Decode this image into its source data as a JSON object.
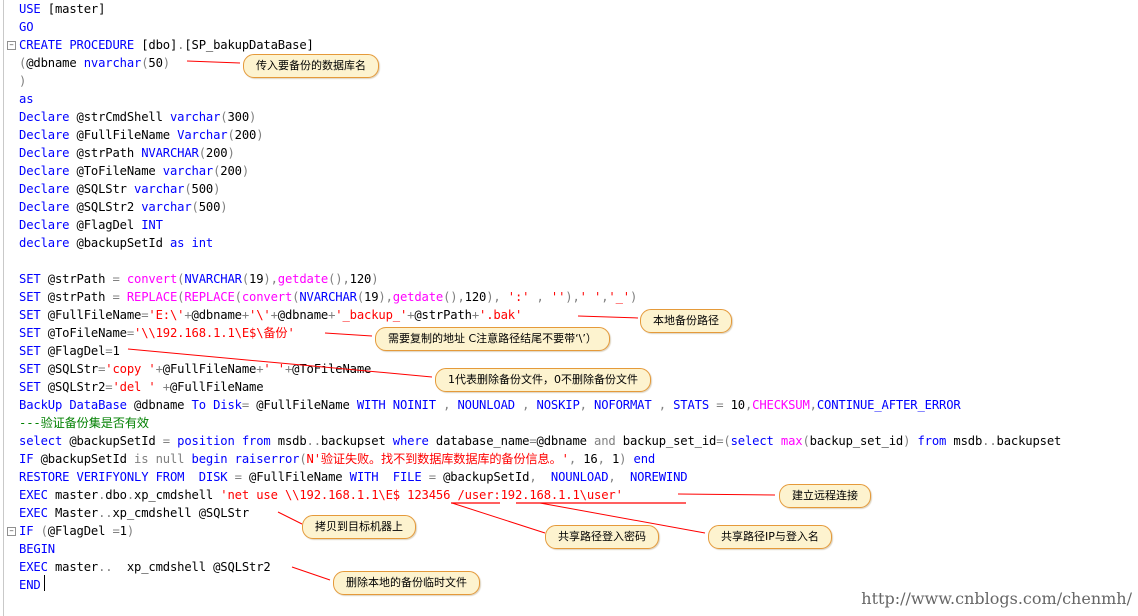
{
  "code": {
    "lines": [
      [
        {
          "t": "USE ",
          "c": "kw"
        },
        {
          "t": "[master]",
          "c": "bk"
        }
      ],
      [
        {
          "t": "GO",
          "c": "kw"
        }
      ],
      [
        {
          "t": "CREATE PROCEDURE ",
          "c": "kw"
        },
        {
          "t": "[dbo]",
          "c": "bk"
        },
        {
          "t": ".",
          "c": "op"
        },
        {
          "t": "[SP_bakupDataBase]",
          "c": "bk"
        }
      ],
      [
        {
          "t": "(",
          "c": "op"
        },
        {
          "t": "@dbname ",
          "c": "bk"
        },
        {
          "t": "nvarchar",
          "c": "kw"
        },
        {
          "t": "(",
          "c": "op"
        },
        {
          "t": "50",
          "c": "bk"
        },
        {
          "t": ")",
          "c": "op"
        }
      ],
      [
        {
          "t": ")",
          "c": "op"
        }
      ],
      [
        {
          "t": "as",
          "c": "kw"
        }
      ],
      [
        {
          "t": "Declare ",
          "c": "kw"
        },
        {
          "t": "@strCmdShell ",
          "c": "bk"
        },
        {
          "t": "varchar",
          "c": "kw"
        },
        {
          "t": "(",
          "c": "op"
        },
        {
          "t": "300",
          "c": "bk"
        },
        {
          "t": ")",
          "c": "op"
        }
      ],
      [
        {
          "t": "Declare ",
          "c": "kw"
        },
        {
          "t": "@FullFileName ",
          "c": "bk"
        },
        {
          "t": "Varchar",
          "c": "kw"
        },
        {
          "t": "(",
          "c": "op"
        },
        {
          "t": "200",
          "c": "bk"
        },
        {
          "t": ")",
          "c": "op"
        }
      ],
      [
        {
          "t": "Declare ",
          "c": "kw"
        },
        {
          "t": "@strPath ",
          "c": "bk"
        },
        {
          "t": "NVARCHAR",
          "c": "kw"
        },
        {
          "t": "(",
          "c": "op"
        },
        {
          "t": "200",
          "c": "bk"
        },
        {
          "t": ")",
          "c": "op"
        }
      ],
      [
        {
          "t": "Declare ",
          "c": "kw"
        },
        {
          "t": "@ToFileName ",
          "c": "bk"
        },
        {
          "t": "varchar",
          "c": "kw"
        },
        {
          "t": "(",
          "c": "op"
        },
        {
          "t": "200",
          "c": "bk"
        },
        {
          "t": ")",
          "c": "op"
        }
      ],
      [
        {
          "t": "Declare ",
          "c": "kw"
        },
        {
          "t": "@SQLStr ",
          "c": "bk"
        },
        {
          "t": "varchar",
          "c": "kw"
        },
        {
          "t": "(",
          "c": "op"
        },
        {
          "t": "500",
          "c": "bk"
        },
        {
          "t": ")",
          "c": "op"
        }
      ],
      [
        {
          "t": "Declare ",
          "c": "kw"
        },
        {
          "t": "@SQLStr2 ",
          "c": "bk"
        },
        {
          "t": "varchar",
          "c": "kw"
        },
        {
          "t": "(",
          "c": "op"
        },
        {
          "t": "500",
          "c": "bk"
        },
        {
          "t": ")",
          "c": "op"
        }
      ],
      [
        {
          "t": "Declare ",
          "c": "kw"
        },
        {
          "t": "@FlagDel ",
          "c": "bk"
        },
        {
          "t": "INT",
          "c": "kw"
        }
      ],
      [
        {
          "t": "declare ",
          "c": "kw"
        },
        {
          "t": "@backupSetId ",
          "c": "bk"
        },
        {
          "t": "as int",
          "c": "kw"
        }
      ],
      [],
      [
        {
          "t": "SET ",
          "c": "kw"
        },
        {
          "t": "@strPath ",
          "c": "bk"
        },
        {
          "t": "= ",
          "c": "op"
        },
        {
          "t": "convert",
          "c": "fn"
        },
        {
          "t": "(",
          "c": "op"
        },
        {
          "t": "NVARCHAR",
          "c": "kw"
        },
        {
          "t": "(",
          "c": "op"
        },
        {
          "t": "19",
          "c": "bk"
        },
        {
          "t": "),",
          "c": "op"
        },
        {
          "t": "getdate",
          "c": "fn"
        },
        {
          "t": "(),",
          "c": "op"
        },
        {
          "t": "120",
          "c": "bk"
        },
        {
          "t": ")",
          "c": "op"
        }
      ],
      [
        {
          "t": "SET ",
          "c": "kw"
        },
        {
          "t": "@strPath ",
          "c": "bk"
        },
        {
          "t": "= ",
          "c": "op"
        },
        {
          "t": "REPLACE",
          "c": "fn"
        },
        {
          "t": "(",
          "c": "op"
        },
        {
          "t": "REPLACE",
          "c": "fn"
        },
        {
          "t": "(",
          "c": "op"
        },
        {
          "t": "convert",
          "c": "fn"
        },
        {
          "t": "(",
          "c": "op"
        },
        {
          "t": "NVARCHAR",
          "c": "kw"
        },
        {
          "t": "(",
          "c": "op"
        },
        {
          "t": "19",
          "c": "bk"
        },
        {
          "t": "),",
          "c": "op"
        },
        {
          "t": "getdate",
          "c": "fn"
        },
        {
          "t": "(),",
          "c": "op"
        },
        {
          "t": "120",
          "c": "bk"
        },
        {
          "t": "), ",
          "c": "op"
        },
        {
          "t": "':' ",
          "c": "str"
        },
        {
          "t": ", ",
          "c": "op"
        },
        {
          "t": "''",
          "c": "str"
        },
        {
          "t": "),",
          "c": "op"
        },
        {
          "t": "' '",
          "c": "str"
        },
        {
          "t": ",",
          "c": "op"
        },
        {
          "t": "'_'",
          "c": "str"
        },
        {
          "t": ")",
          "c": "op"
        }
      ],
      [
        {
          "t": "SET ",
          "c": "kw"
        },
        {
          "t": "@FullFileName",
          "c": "bk"
        },
        {
          "t": "=",
          "c": "op"
        },
        {
          "t": "'E:\\'",
          "c": "str"
        },
        {
          "t": "+",
          "c": "op"
        },
        {
          "t": "@dbname",
          "c": "bk"
        },
        {
          "t": "+",
          "c": "op"
        },
        {
          "t": "'\\'",
          "c": "str"
        },
        {
          "t": "+",
          "c": "op"
        },
        {
          "t": "@dbname",
          "c": "bk"
        },
        {
          "t": "+",
          "c": "op"
        },
        {
          "t": "'_backup_'",
          "c": "str"
        },
        {
          "t": "+",
          "c": "op"
        },
        {
          "t": "@strPath",
          "c": "bk"
        },
        {
          "t": "+",
          "c": "op"
        },
        {
          "t": "'.bak'",
          "c": "str"
        }
      ],
      [
        {
          "t": "SET ",
          "c": "kw"
        },
        {
          "t": "@ToFileName",
          "c": "bk"
        },
        {
          "t": "=",
          "c": "op"
        },
        {
          "t": "'\\\\192.168.1.1\\E$\\备份'",
          "c": "str"
        }
      ],
      [
        {
          "t": "SET ",
          "c": "kw"
        },
        {
          "t": "@FlagDel",
          "c": "bk"
        },
        {
          "t": "=",
          "c": "op"
        },
        {
          "t": "1",
          "c": "bk"
        }
      ],
      [
        {
          "t": "SET ",
          "c": "kw"
        },
        {
          "t": "@SQLStr",
          "c": "bk"
        },
        {
          "t": "=",
          "c": "op"
        },
        {
          "t": "'copy '",
          "c": "str"
        },
        {
          "t": "+",
          "c": "op"
        },
        {
          "t": "@FullFileName",
          "c": "bk"
        },
        {
          "t": "+",
          "c": "op"
        },
        {
          "t": "' '",
          "c": "str"
        },
        {
          "t": "+",
          "c": "op"
        },
        {
          "t": "@ToFileName",
          "c": "bk"
        }
      ],
      [
        {
          "t": "SET ",
          "c": "kw"
        },
        {
          "t": "@SQLStr2",
          "c": "bk"
        },
        {
          "t": "=",
          "c": "op"
        },
        {
          "t": "'del ' ",
          "c": "str"
        },
        {
          "t": "+",
          "c": "op"
        },
        {
          "t": "@FullFileName",
          "c": "bk"
        }
      ],
      [
        {
          "t": "BackUp DataBase ",
          "c": "kw"
        },
        {
          "t": "@dbname ",
          "c": "bk"
        },
        {
          "t": "To Disk",
          "c": "kw"
        },
        {
          "t": "= ",
          "c": "op"
        },
        {
          "t": "@FullFileName ",
          "c": "bk"
        },
        {
          "t": "WITH NOINIT ",
          "c": "kw"
        },
        {
          "t": ", ",
          "c": "op"
        },
        {
          "t": "NOUNLOAD ",
          "c": "kw"
        },
        {
          "t": ", ",
          "c": "op"
        },
        {
          "t": "NOSKIP",
          "c": "kw"
        },
        {
          "t": ", ",
          "c": "op"
        },
        {
          "t": "NOFORMAT ",
          "c": "kw"
        },
        {
          "t": ", ",
          "c": "op"
        },
        {
          "t": "STATS ",
          "c": "kw"
        },
        {
          "t": "= ",
          "c": "op"
        },
        {
          "t": "10",
          "c": "bk"
        },
        {
          "t": ",",
          "c": "op"
        },
        {
          "t": "CHECKSUM",
          "c": "fn"
        },
        {
          "t": ",",
          "c": "op"
        },
        {
          "t": "CONTINUE_AFTER_ERROR",
          "c": "kw"
        }
      ],
      [
        {
          "t": "---验证备份集是否有效",
          "c": "cm"
        }
      ],
      [
        {
          "t": "select ",
          "c": "kw"
        },
        {
          "t": "@backupSetId ",
          "c": "bk"
        },
        {
          "t": "= ",
          "c": "op"
        },
        {
          "t": "position ",
          "c": "kw"
        },
        {
          "t": "from ",
          "c": "kw"
        },
        {
          "t": "msdb",
          "c": "bk"
        },
        {
          "t": "..",
          "c": "op"
        },
        {
          "t": "backupset ",
          "c": "bk"
        },
        {
          "t": "where ",
          "c": "kw"
        },
        {
          "t": "database_name",
          "c": "bk"
        },
        {
          "t": "=",
          "c": "op"
        },
        {
          "t": "@dbname ",
          "c": "bk"
        },
        {
          "t": "and ",
          "c": "op"
        },
        {
          "t": "backup_set_id",
          "c": "bk"
        },
        {
          "t": "=(",
          "c": "op"
        },
        {
          "t": "select ",
          "c": "kw"
        },
        {
          "t": "max",
          "c": "fn"
        },
        {
          "t": "(",
          "c": "op"
        },
        {
          "t": "backup_set_id",
          "c": "bk"
        },
        {
          "t": ") ",
          "c": "op"
        },
        {
          "t": "from ",
          "c": "kw"
        },
        {
          "t": "msdb",
          "c": "bk"
        },
        {
          "t": "..",
          "c": "op"
        },
        {
          "t": "backupset ",
          "c": "bk"
        }
      ],
      [
        {
          "t": "IF ",
          "c": "kw"
        },
        {
          "t": "@backupSetId ",
          "c": "bk"
        },
        {
          "t": "is null ",
          "c": "op"
        },
        {
          "t": "begin ",
          "c": "kw"
        },
        {
          "t": "raiserror",
          "c": "kw"
        },
        {
          "t": "(",
          "c": "op"
        },
        {
          "t": "N'验证失败。找不到数据库数据库的备份信息。'",
          "c": "str"
        },
        {
          "t": ", ",
          "c": "op"
        },
        {
          "t": "16",
          "c": "bk"
        },
        {
          "t": ", ",
          "c": "op"
        },
        {
          "t": "1",
          "c": "bk"
        },
        {
          "t": ") ",
          "c": "op"
        },
        {
          "t": "end",
          "c": "kw"
        }
      ],
      [
        {
          "t": "RESTORE VERIFYONLY FROM  DISK ",
          "c": "kw"
        },
        {
          "t": "= ",
          "c": "op"
        },
        {
          "t": "@FullFileName ",
          "c": "bk"
        },
        {
          "t": "WITH  FILE ",
          "c": "kw"
        },
        {
          "t": "= ",
          "c": "op"
        },
        {
          "t": "@backupSetId",
          "c": "bk"
        },
        {
          "t": ",  ",
          "c": "op"
        },
        {
          "t": "NOUNLOAD",
          "c": "kw"
        },
        {
          "t": ",  ",
          "c": "op"
        },
        {
          "t": "NOREWIND",
          "c": "kw"
        }
      ],
      [
        {
          "t": "EXEC ",
          "c": "kw"
        },
        {
          "t": "master",
          "c": "bk"
        },
        {
          "t": ".",
          "c": "op"
        },
        {
          "t": "dbo",
          "c": "bk"
        },
        {
          "t": ".",
          "c": "op"
        },
        {
          "t": "xp_cmdshell ",
          "c": "bk"
        },
        {
          "t": "'net use \\\\192.168.1.1\\E$ 123456 /user:192.168.1.1\\user'",
          "c": "str"
        }
      ],
      [
        {
          "t": "EXEC ",
          "c": "kw"
        },
        {
          "t": "Master",
          "c": "bk"
        },
        {
          "t": "..",
          "c": "op"
        },
        {
          "t": "xp_cmdshell ",
          "c": "bk"
        },
        {
          "t": "@SQLStr",
          "c": "bk"
        }
      ],
      [
        {
          "t": "IF ",
          "c": "kw"
        },
        {
          "t": "(",
          "c": "op"
        },
        {
          "t": "@FlagDel ",
          "c": "bk"
        },
        {
          "t": "=",
          "c": "op"
        },
        {
          "t": "1",
          "c": "bk"
        },
        {
          "t": ")",
          "c": "op"
        }
      ],
      [
        {
          "t": "BEGIN",
          "c": "kw"
        }
      ],
      [
        {
          "t": "EXEC ",
          "c": "kw"
        },
        {
          "t": "master",
          "c": "bk"
        },
        {
          "t": "..  ",
          "c": "op"
        },
        {
          "t": "xp_cmdshell ",
          "c": "bk"
        },
        {
          "t": "@SQLStr2",
          "c": "bk"
        }
      ],
      [
        {
          "t": "END",
          "c": "kw"
        }
      ]
    ],
    "fold_lines": [
      2,
      29
    ]
  },
  "annotations": {
    "dbname_param": "传入要备份的数据库名",
    "local_backup_path": "本地备份路径",
    "target_address": "需要复制的地址 C注意路径结尾不要带‘\\’）",
    "flag_del": "1代表删除备份文件，0不删除备份文件",
    "remote_connect": "建立远程连接",
    "share_password": "共享路径登入密码",
    "share_ip_user": "共享路径IP与登入名",
    "copy_to_target": "拷贝到目标机器上",
    "delete_local": "删除本地的备份临时文件"
  },
  "watermark": "http://www.cnblogs.com/chenmh/",
  "colors": {
    "keyword": "#0000ff",
    "function": "#ff00ff",
    "string": "#ff0000",
    "operator": "#808080",
    "comment": "#008000",
    "callout_fill": "#fdf3cf",
    "callout_border": "#e59a3a",
    "arrow": "#ff0000"
  }
}
